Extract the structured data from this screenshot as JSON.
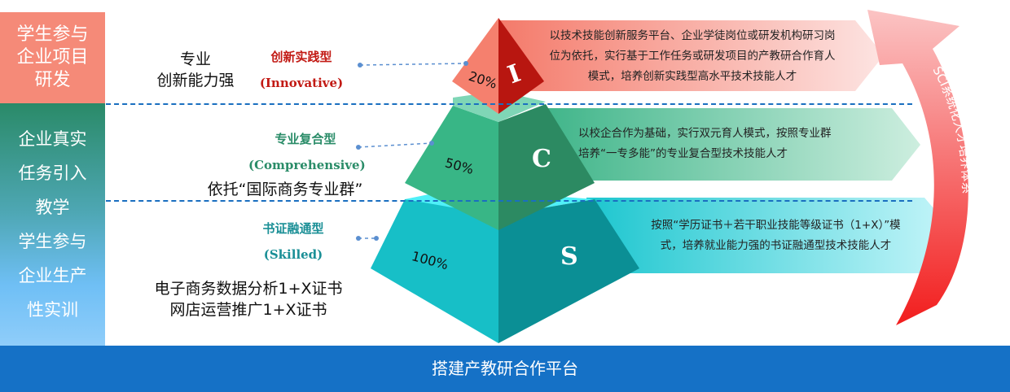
{
  "left_panel": {
    "top_lines": [
      "学生参与",
      "企业项目",
      "研发"
    ],
    "bottom_lines": [
      "企业真实",
      "任务引入",
      "教学",
      "学生参与",
      "企业生产",
      "性实训"
    ]
  },
  "labels": {
    "innovative_ability": [
      "专业",
      "创新能力强"
    ],
    "professional_group": "依托“国际商务专业群”",
    "certificates": [
      "电子商务数据分析1+X证书",
      "网店运营推广1+X证书"
    ]
  },
  "tiers": [
    {
      "name": "创新实践型",
      "english": "(Innovative)",
      "letter": "I",
      "percent": "20%",
      "color": "#c0201a",
      "description": [
        "以技术技能创新服务平台、企业学徒岗位或研发机构研习岗",
        "位为依托，实行基于工作任务或研发项目的产教研合作育人",
        "模式，培养创新实践型高水平技术技能人才"
      ]
    },
    {
      "name": "专业复合型",
      "english": "(Comprehensive)",
      "letter": "C",
      "percent": "50%",
      "color": "#2e8c6a",
      "description": [
        "以校企合作为基础，实行双元育人模式，按照专业群",
        "培养“一专多能”的专业复合型技术技能人才"
      ]
    },
    {
      "name": "书证融通型",
      "english": "(Skilled)",
      "letter": "S",
      "percent": "100%",
      "color": "#1a8f96",
      "description": [
        "按照“学历证书＋若干职业技能等级证书（1+X）”模",
        "式，培养就业能力强的书证融通型技术技能人才"
      ]
    }
  ],
  "cycle_arrow_label": "SCI系统化人才培养体系",
  "bottom_bar": "搭建产教研合作平台"
}
